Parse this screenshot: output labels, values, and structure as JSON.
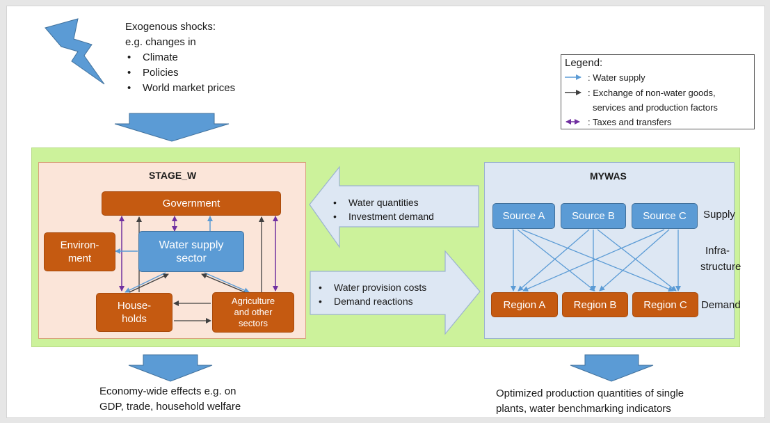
{
  "shocks": {
    "title": "Exogenous shocks:",
    "subtitle": "e.g. changes in",
    "items": [
      "Climate",
      "Policies",
      "World market prices"
    ]
  },
  "legend": {
    "title": "Legend:",
    "water_supply": ": Water supply",
    "exchange_line1": ": Exchange of non-water goods,",
    "exchange_line2": "services and production factors",
    "taxes": ": Taxes and transfers"
  },
  "stage_w": {
    "title": "STAGE_W",
    "government": "Government",
    "environment_line1": "Environ-",
    "environment_line2": "ment",
    "water_sector_line1": "Water supply",
    "water_sector_line2": "sector",
    "households_line1": "House-",
    "households_line2": "holds",
    "agriculture_line1": "Agriculture",
    "agriculture_line2": "and other",
    "agriculture_line3": "sectors"
  },
  "arrow_left": {
    "items": [
      "Water quantities",
      "Investment demand"
    ]
  },
  "arrow_right": {
    "items": [
      "Water provision costs",
      "Demand reactions"
    ]
  },
  "mywas": {
    "title": "MYWAS",
    "sources": [
      "Source A",
      "Source B",
      "Source C"
    ],
    "regions": [
      "Region A",
      "Region B",
      "Region C"
    ],
    "supply_label": "Supply",
    "infra_line1": "Infra-",
    "infra_line2": "structure",
    "demand_label": "Demand"
  },
  "outputs": {
    "left_line1": "Economy-wide effects e.g. on",
    "left_line2": "GDP, trade, household welfare",
    "right_line1": "Optimized production quantities of single",
    "right_line2": "plants, water benchmarking indicators"
  },
  "colors": {
    "orange_node": "#c55a11",
    "blue_node": "#5b9bd5",
    "green_panel": "#ccf29b",
    "water_arrow": "#5b9bd5",
    "exchange_arrow": "#404040",
    "tax_arrow": "#7030a0"
  }
}
